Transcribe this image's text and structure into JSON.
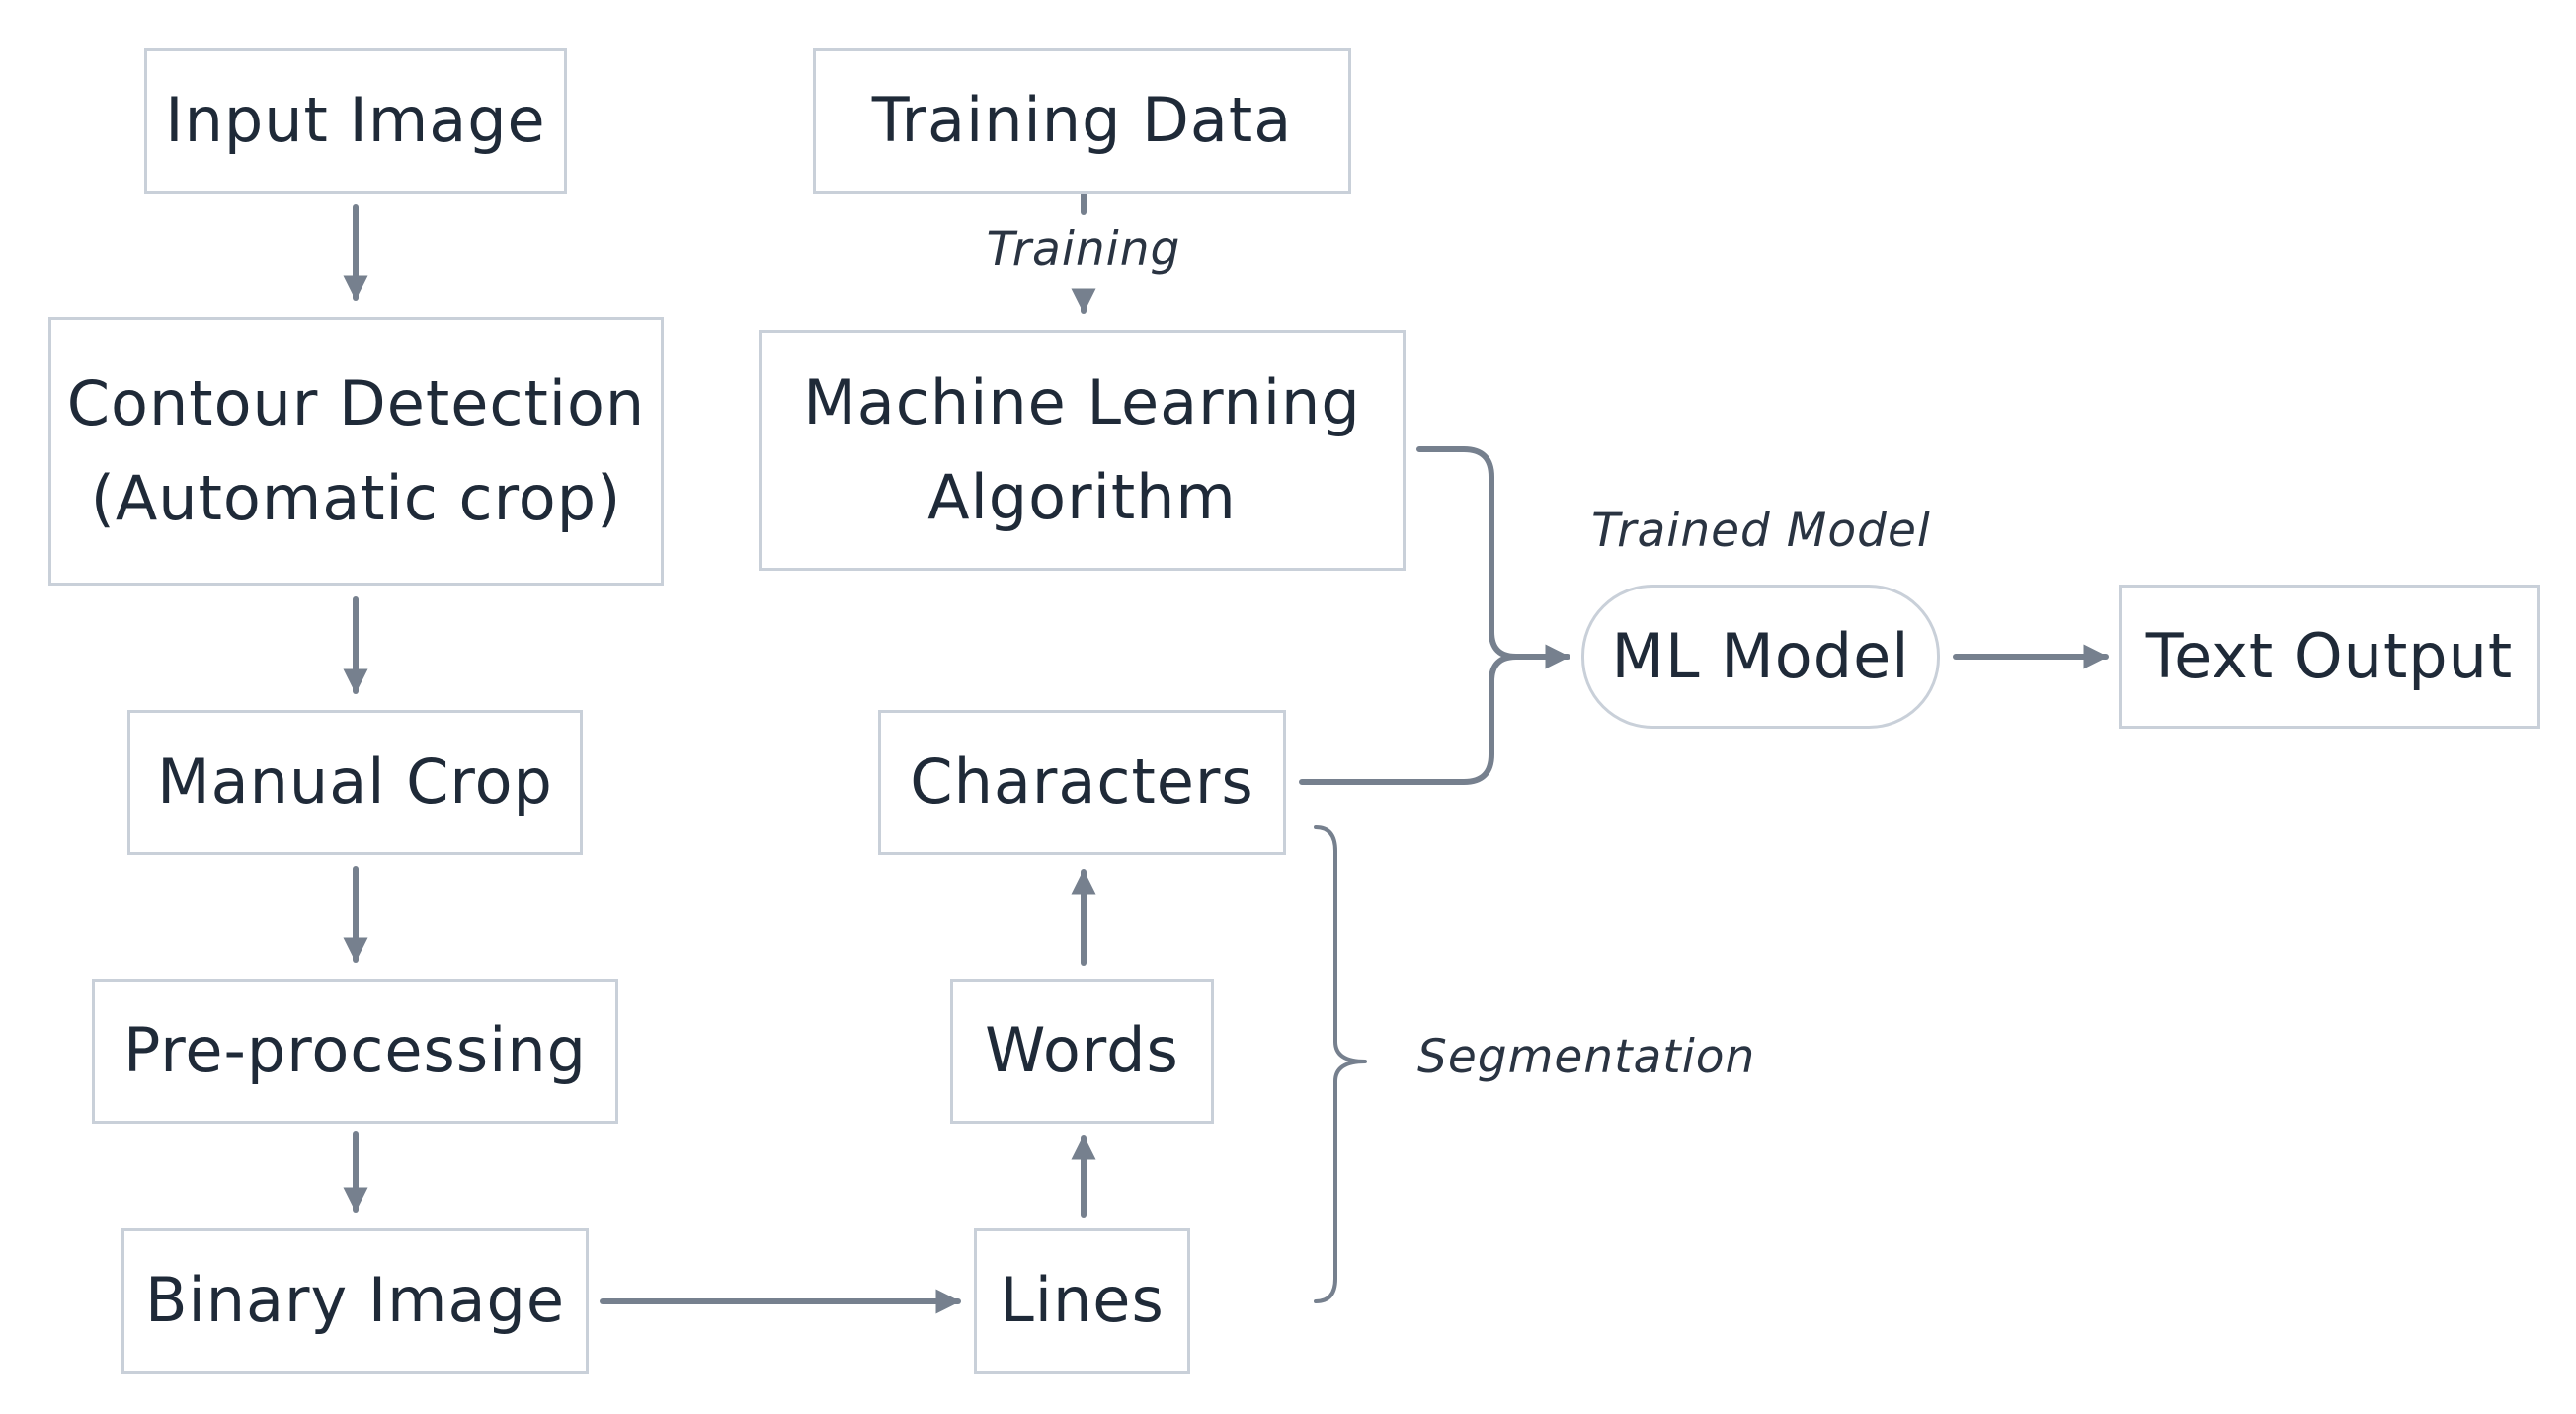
{
  "diagram": {
    "nodes": {
      "input_image": "Input Image",
      "contour_detection": "Contour Detection\n(Automatic crop)",
      "manual_crop": "Manual Crop",
      "pre_processing": "Pre-processing",
      "binary_image": "Binary Image",
      "training_data": "Training Data",
      "ml_algorithm": "Machine Learning\nAlgorithm",
      "characters": "Characters",
      "words": "Words",
      "lines": "Lines",
      "ml_model": "ML Model",
      "text_output": "Text Output"
    },
    "labels": {
      "training": "Training",
      "trained_model": "Trained Model",
      "segmentation": "Segmentation"
    }
  },
  "colors": {
    "connector": "#76808e",
    "box_border": "#c9d0d9",
    "text": "#1f2a38"
  }
}
